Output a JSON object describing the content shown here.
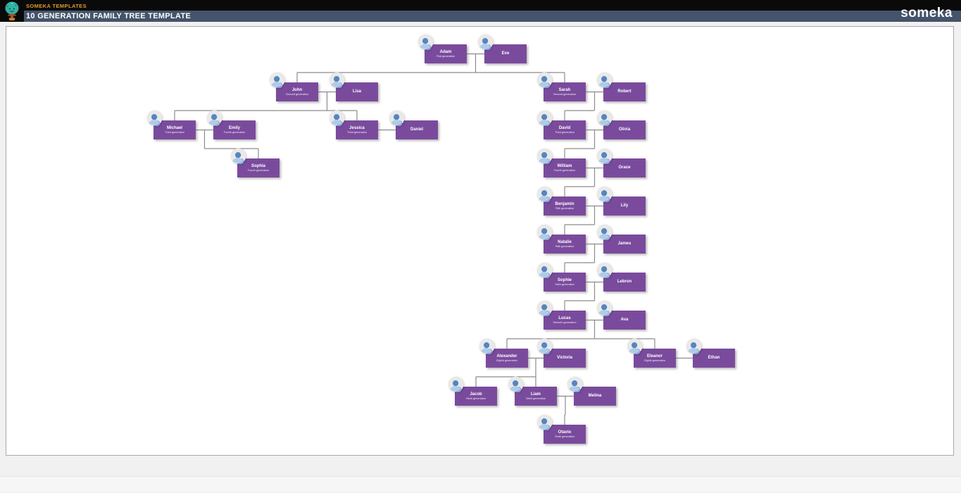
{
  "header": {
    "brand": "SOMEKA TEMPLATES",
    "title": "10 GENERATION FAMILY TREE TEMPLATE",
    "logo_text": "someka"
  },
  "colors": {
    "header_top_bg": "#0A0A0A",
    "header_bar_bg": "#44546A",
    "brand_text": "#DD9B30",
    "node_fill": "#7A4B9D",
    "connector": "#8C8C8C",
    "canvas_bg": "#FFFFFF",
    "page_bg": "#F1F1F1"
  },
  "tree": {
    "people": [
      {
        "id": "adam",
        "name": "Adam",
        "subtitle": "First generation"
      },
      {
        "id": "eve",
        "name": "Eve",
        "subtitle": ""
      },
      {
        "id": "john",
        "name": "John",
        "subtitle": "Second generation"
      },
      {
        "id": "lisa",
        "name": "Lisa",
        "subtitle": ""
      },
      {
        "id": "sarah",
        "name": "Sarah",
        "subtitle": "Second generation"
      },
      {
        "id": "robert",
        "name": "Robert",
        "subtitle": ""
      },
      {
        "id": "michael",
        "name": "Michael",
        "subtitle": "Third generation"
      },
      {
        "id": "emily",
        "name": "Emily",
        "subtitle": "Fourth generation"
      },
      {
        "id": "jessica",
        "name": "Jessica",
        "subtitle": "Third generation"
      },
      {
        "id": "daniel",
        "name": "Daniel",
        "subtitle": ""
      },
      {
        "id": "sophia",
        "name": "Sophia",
        "subtitle": "Fourth generation"
      },
      {
        "id": "david",
        "name": "David",
        "subtitle": "Third generation"
      },
      {
        "id": "olivia",
        "name": "Olivia",
        "subtitle": ""
      },
      {
        "id": "william",
        "name": "William",
        "subtitle": "Fourth generation"
      },
      {
        "id": "grace",
        "name": "Grace",
        "subtitle": ""
      },
      {
        "id": "benjamin",
        "name": "Benjamin",
        "subtitle": "Fifth generation"
      },
      {
        "id": "lily",
        "name": "Lily",
        "subtitle": ""
      },
      {
        "id": "natalie",
        "name": "Natalie",
        "subtitle": "Fifth generation"
      },
      {
        "id": "james",
        "name": "James",
        "subtitle": ""
      },
      {
        "id": "sophie",
        "name": "Sophie",
        "subtitle": "Sixth generation"
      },
      {
        "id": "lebron",
        "name": "Lebron",
        "subtitle": ""
      },
      {
        "id": "lucas",
        "name": "Lucas",
        "subtitle": "Seventh generation"
      },
      {
        "id": "ava",
        "name": "Ava",
        "subtitle": ""
      },
      {
        "id": "alexander",
        "name": "Alexander",
        "subtitle": "Eighth generation"
      },
      {
        "id": "victoria",
        "name": "Victoria",
        "subtitle": ""
      },
      {
        "id": "eleanor",
        "name": "Eleanor",
        "subtitle": "Eighth generation"
      },
      {
        "id": "ethan",
        "name": "Ethan",
        "subtitle": ""
      },
      {
        "id": "jacob",
        "name": "Jacob",
        "subtitle": "Ninth generation"
      },
      {
        "id": "liam",
        "name": "Liam",
        "subtitle": "Ninth generation"
      },
      {
        "id": "melina",
        "name": "Melina",
        "subtitle": ""
      },
      {
        "id": "otavio",
        "name": "Otavio",
        "subtitle": "Tenth generation"
      }
    ],
    "couples": [
      [
        "adam",
        "eve"
      ],
      [
        "john",
        "lisa"
      ],
      [
        "sarah",
        "robert"
      ],
      [
        "michael",
        "emily"
      ],
      [
        "jessica",
        "daniel"
      ],
      [
        "david",
        "olivia"
      ],
      [
        "william",
        "grace"
      ],
      [
        "benjamin",
        "lily"
      ],
      [
        "natalie",
        "james"
      ],
      [
        "sophie",
        "lebron"
      ],
      [
        "lucas",
        "ava"
      ],
      [
        "alexander",
        "victoria"
      ],
      [
        "eleanor",
        "ethan"
      ],
      [
        "liam",
        "melina"
      ]
    ],
    "children": [
      {
        "parents": [
          "adam",
          "eve"
        ],
        "kids": [
          "john",
          "sarah"
        ]
      },
      {
        "parents": [
          "john",
          "lisa"
        ],
        "kids": [
          "michael",
          "jessica"
        ]
      },
      {
        "parents": [
          "michael",
          "emily"
        ],
        "kids": [
          "sophia"
        ]
      },
      {
        "parents": [
          "sarah",
          "robert"
        ],
        "kids": [
          "david"
        ]
      },
      {
        "parents": [
          "david",
          "olivia"
        ],
        "kids": [
          "william"
        ]
      },
      {
        "parents": [
          "william",
          "grace"
        ],
        "kids": [
          "benjamin"
        ]
      },
      {
        "parents": [
          "benjamin",
          "lily"
        ],
        "kids": [
          "natalie"
        ]
      },
      {
        "parents": [
          "natalie",
          "james"
        ],
        "kids": [
          "sophie"
        ]
      },
      {
        "parents": [
          "sophie",
          "lebron"
        ],
        "kids": [
          "lucas"
        ]
      },
      {
        "parents": [
          "lucas",
          "ava"
        ],
        "kids": [
          "alexander",
          "eleanor"
        ]
      },
      {
        "parents": [
          "alexander",
          "victoria"
        ],
        "kids": [
          "jacob",
          "liam"
        ]
      },
      {
        "parents": [
          "liam",
          "melina"
        ],
        "kids": [
          "otavio"
        ]
      }
    ]
  }
}
